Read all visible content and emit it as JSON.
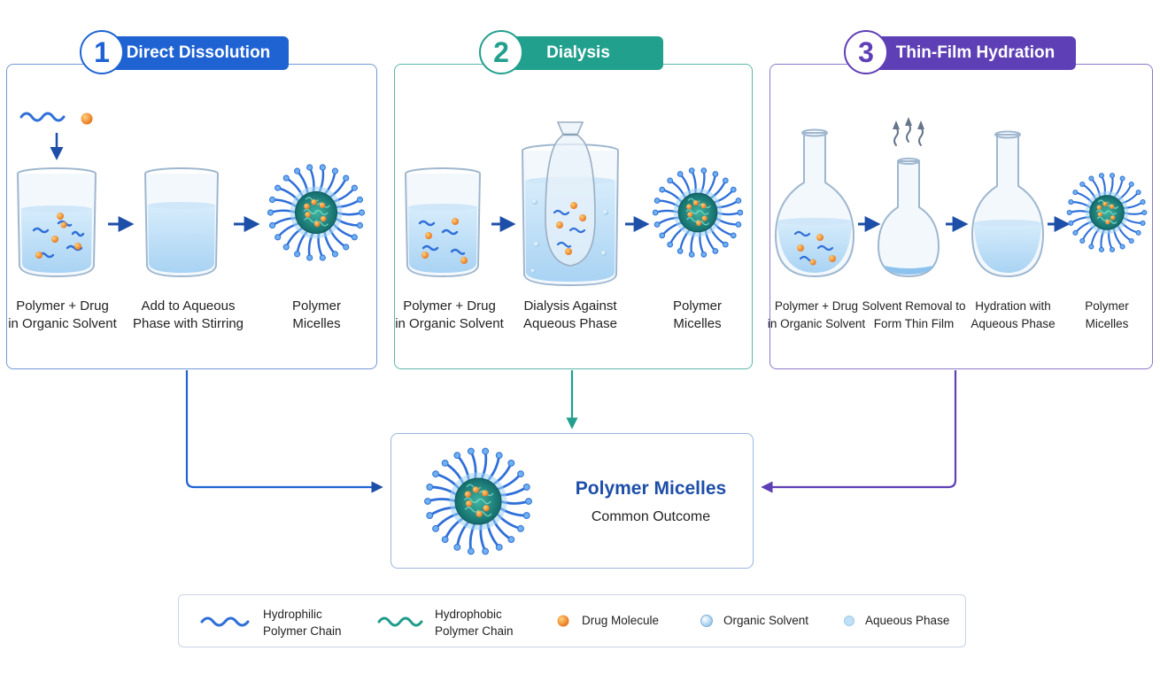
{
  "methods": [
    {
      "number": "1",
      "title": "Direct Dissolution",
      "color": "#1f63d3",
      "steps": [
        {
          "line1": "Polymer + Drug",
          "line2": "in Organic Solvent"
        },
        {
          "line1": "Add to Aqueous",
          "line2": "Phase with Stirring"
        },
        {
          "line1": "Polymer",
          "line2": "Micelles"
        }
      ]
    },
    {
      "number": "2",
      "title": "Dialysis",
      "color": "#22a08e",
      "steps": [
        {
          "line1": "Polymer + Drug",
          "line2": "in Organic Solvent"
        },
        {
          "line1": "Dialysis Against",
          "line2": "Aqueous Phase"
        },
        {
          "line1": "Polymer",
          "line2": "Micelles"
        }
      ]
    },
    {
      "number": "3",
      "title": "Thin-Film Hydration",
      "color": "#5e3fb5",
      "steps": [
        {
          "line1": "Polymer + Drug",
          "line2": "in Organic Solvent"
        },
        {
          "line1": "Solvent Removal to",
          "line2": "Form Thin Film"
        },
        {
          "line1": "Hydration with",
          "line2": "Aqueous Phase"
        },
        {
          "line1": "Polymer",
          "line2": "Micelles"
        }
      ]
    }
  ],
  "outcome": {
    "title": "Polymer Micelles",
    "subtitle": "Common Outcome"
  },
  "legend": {
    "hydrophilic": {
      "line1": "Hydrophilic",
      "line2": "Polymer Chain"
    },
    "hydrophobic": {
      "line1": "Hydrophobic",
      "line2": "Polymer Chain"
    },
    "drug": "Drug Molecule",
    "organic": "Organic Solvent",
    "aqueous": "Aqueous Phase"
  },
  "colors": {
    "hydrophilic_chain": "#2f6fd8",
    "hydrophobic_chain": "#1f9b8a",
    "drug": "#f08a24",
    "water": "#bfe0f7",
    "arrow": "#1d4ea8"
  }
}
